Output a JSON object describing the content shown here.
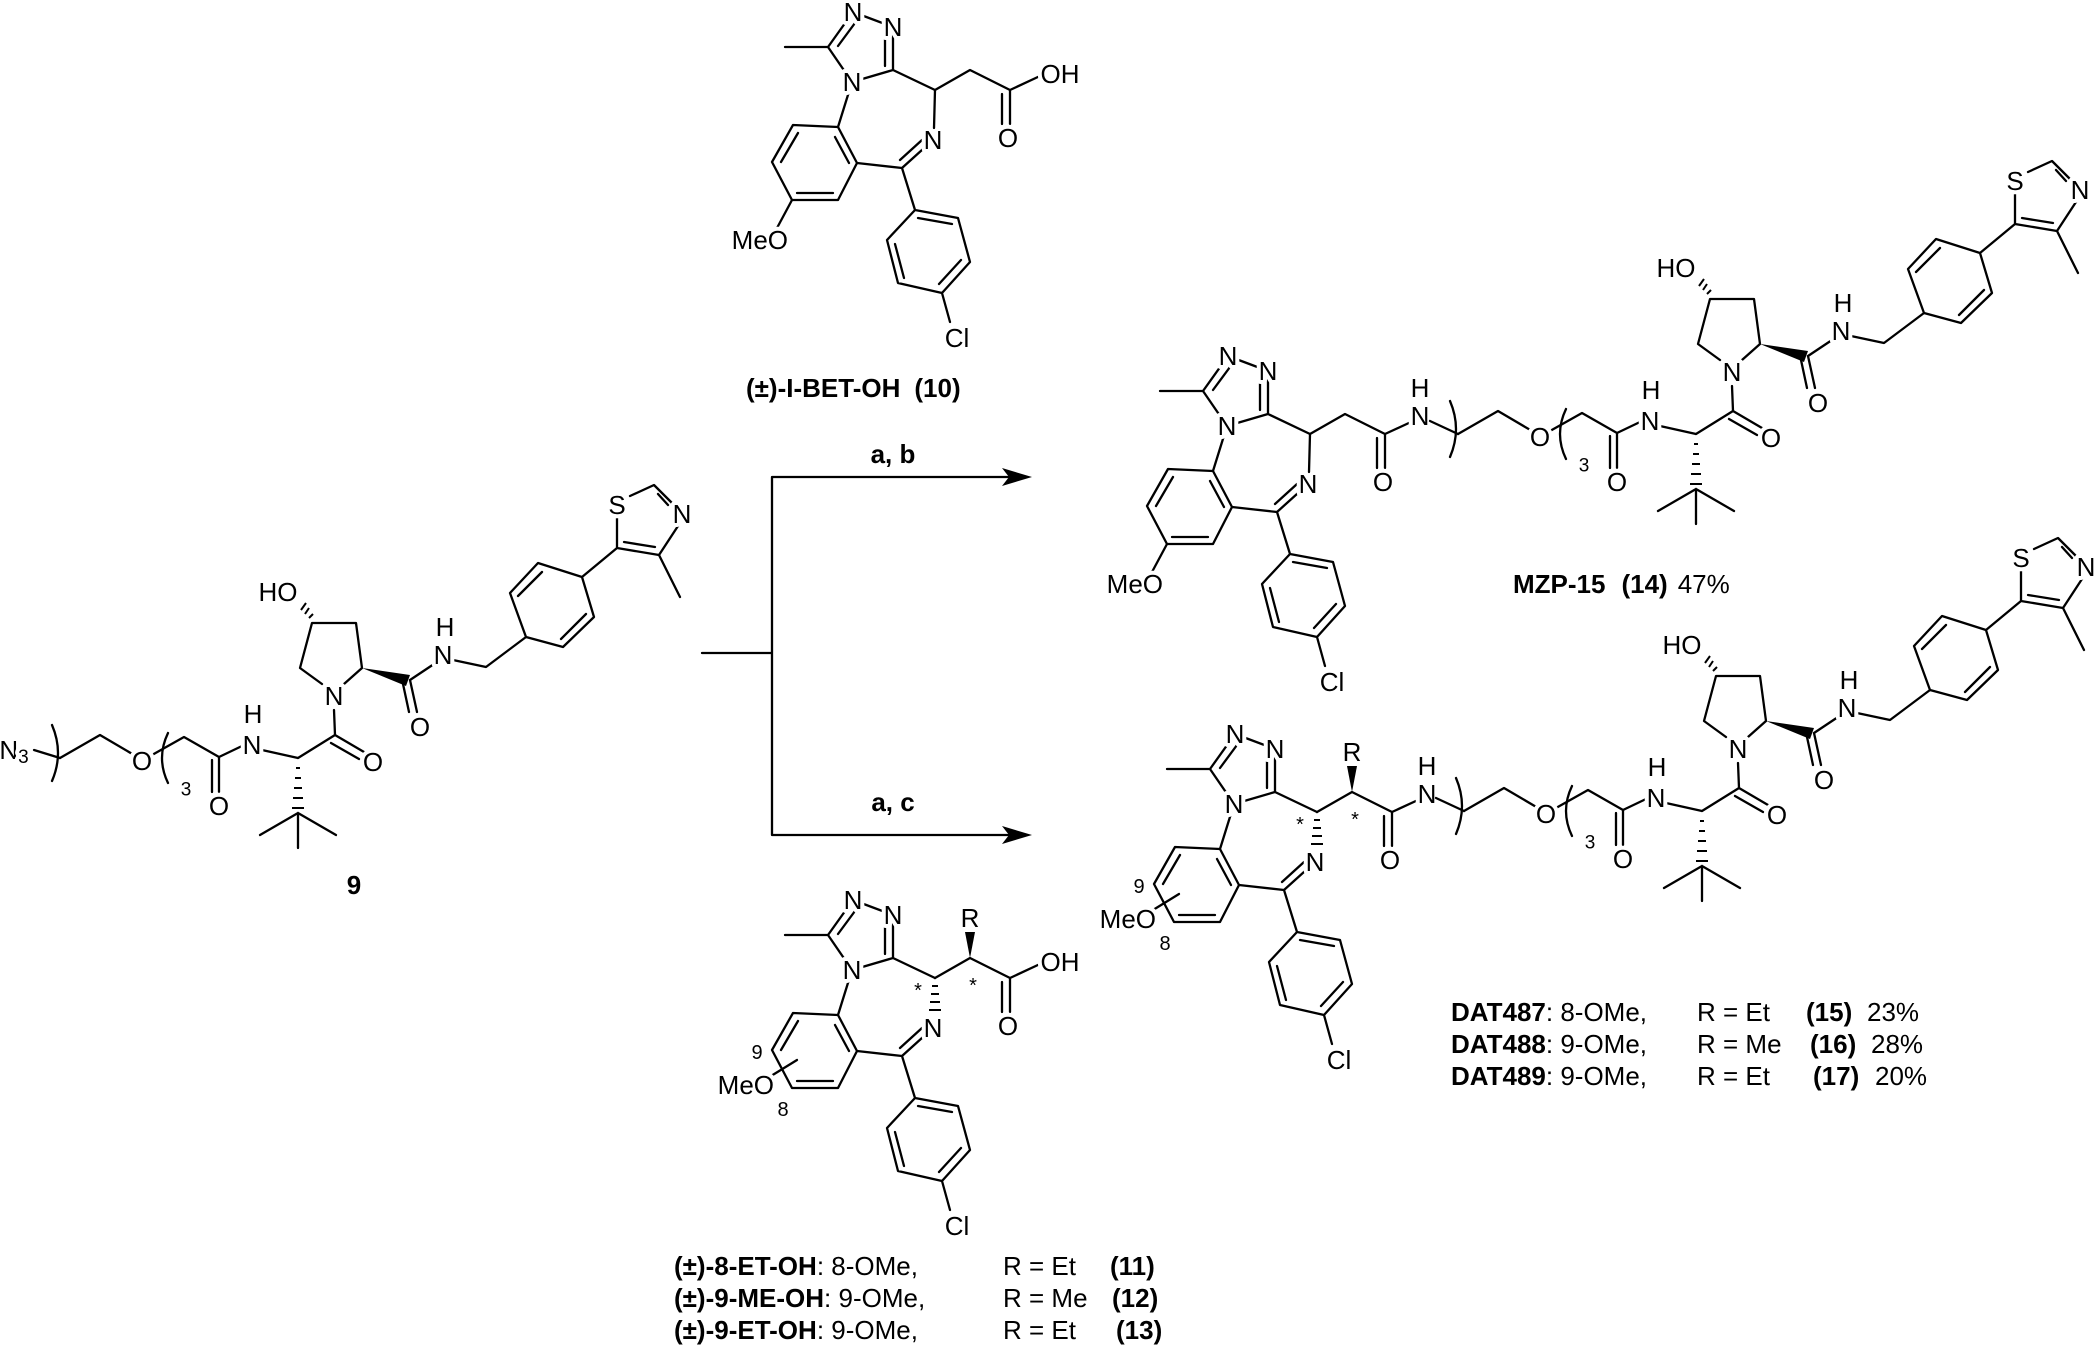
{
  "atoms": {
    "N": "N",
    "O": "O",
    "S": "S",
    "H": "H",
    "OH": "OH",
    "HO": "HO",
    "Cl": "Cl",
    "MeO": "MeO",
    "R": "R",
    "star": "*",
    "pos9": "9",
    "pos8": "8",
    "peg_repeat": "3",
    "azide_atom": "N",
    "azide_subscript": "3"
  },
  "reagents": {
    "upper": "a, b",
    "lower": "a, c"
  },
  "compound_9": {
    "number": "9"
  },
  "compound_10": {
    "name": "(±)-I-BET-OH",
    "number": "(10)"
  },
  "compound_14": {
    "name": "MZP-15",
    "number": "(14)",
    "yield": "47%"
  },
  "products": [
    {
      "name": "DAT487",
      "position": ": 8-OMe,",
      "r": "R = Et",
      "number": "(15)",
      "yield": "23%"
    },
    {
      "name": "DAT488",
      "position": ": 9-OMe,",
      "r": "R = Me",
      "number": "(16)",
      "yield": "28%"
    },
    {
      "name": "DAT489",
      "position": ": 9-OMe,",
      "r": "R = Et",
      "number": "(17)",
      "yield": "20%"
    }
  ],
  "acids": [
    {
      "name": "(±)-8-ET-OH",
      "position": ": 8-OMe,",
      "r": "R = Et",
      "number": "(11)"
    },
    {
      "name": "(±)-9-ME-OH",
      "position": ": 9-OMe,",
      "r": "R = Me",
      "number": "(12)"
    },
    {
      "name": "(±)-9-ET-OH",
      "position": ": 9-OMe,",
      "r": "R = Et",
      "number": "(13)"
    }
  ]
}
